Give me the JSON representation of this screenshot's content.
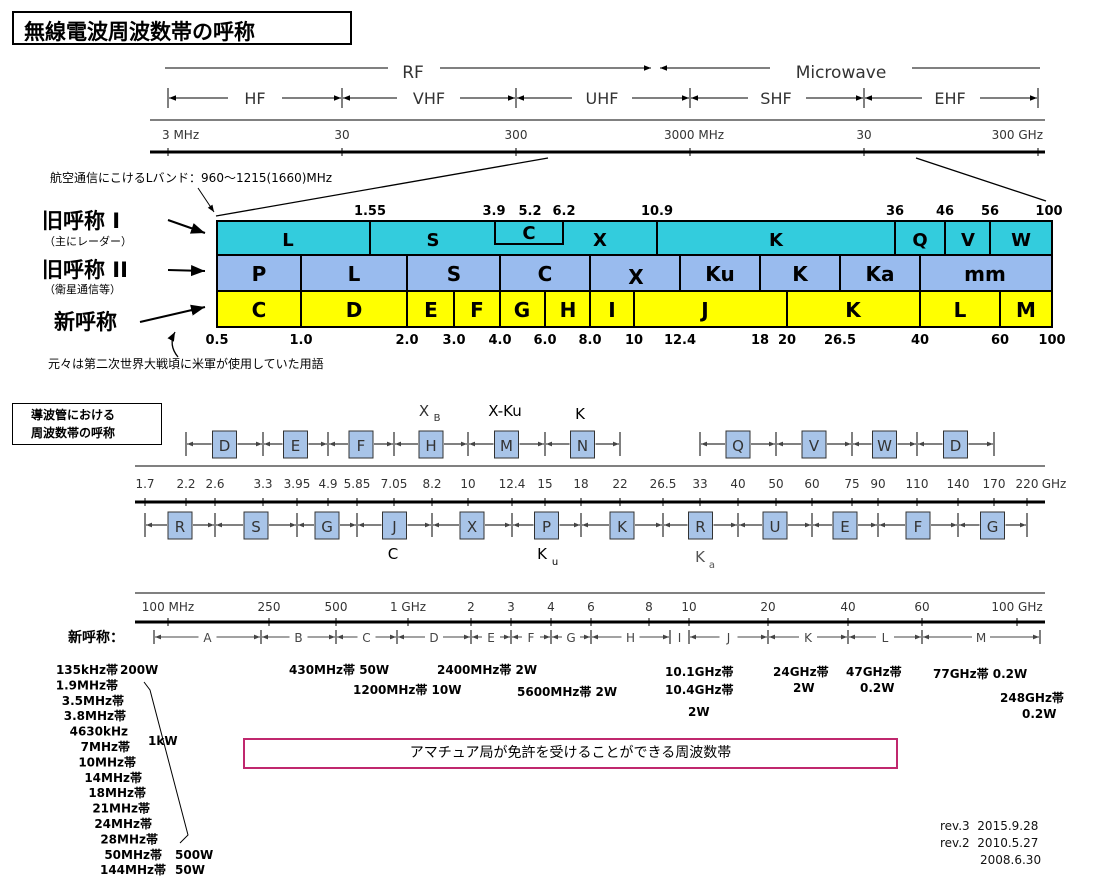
{
  "title": "無線電波周波数帯の呼称",
  "top_scale": {
    "groups": [
      "RF",
      "Microwave"
    ],
    "bands": [
      "HF",
      "VHF",
      "UHF",
      "SHF",
      "EHF"
    ],
    "ticks": [
      "3 MHz",
      "30",
      "300",
      "3000 MHz",
      "30",
      "300 GHz"
    ]
  },
  "lband_note": "航空通信にこけるLバンド：960〜1215(1660)MHz",
  "row_labels": {
    "old1": "旧呼称 I",
    "old1_sub": "（主にレーダー）",
    "old2": "旧呼称 II",
    "old2_sub": "（衛星通信等）",
    "new": "新呼称"
  },
  "footnote": "元々は第二次世界大戦頃に米軍が使用していた用語",
  "old1_row": {
    "color": "#33ccdd",
    "top_ticks": [
      "1.55",
      "3.9",
      "5.2",
      "6.2",
      "10.9",
      "36",
      "46",
      "56",
      "100"
    ],
    "bands": [
      "L",
      "S",
      "C",
      "X",
      "K",
      "Q",
      "V",
      "W"
    ]
  },
  "old2_row": {
    "color": "#99bbee",
    "bands": [
      "P",
      "L",
      "S",
      "C",
      "X",
      "Ku",
      "K",
      "Ka",
      "mm"
    ]
  },
  "new_row": {
    "color": "#ffff00",
    "bands": [
      "C",
      "D",
      "E",
      "F",
      "G",
      "H",
      "I",
      "J",
      "K",
      "L",
      "M"
    ],
    "bottom_ticks": [
      "0.5",
      "1.0",
      "2.0",
      "3.0",
      "4.0",
      "6.0",
      "8.0",
      "10",
      "12.4",
      "18",
      "20",
      "26.5",
      "40",
      "60",
      "100"
    ]
  },
  "waveguide": {
    "label_line1": "導波管における",
    "label_line2": "周波数帯の呼称",
    "upper_bands": [
      "D",
      "E",
      "F",
      "H",
      "M",
      "N",
      "Q",
      "V",
      "W",
      "D"
    ],
    "upper_notes": [
      "X",
      "B",
      "X-Ku",
      "K"
    ],
    "ticks": [
      "1.7",
      "2.2",
      "2.6",
      "3.3",
      "3.95",
      "4.9",
      "5.85",
      "7.05",
      "8.2",
      "10",
      "12.4",
      "15",
      "18",
      "22",
      "26.5",
      "33",
      "40",
      "50",
      "60",
      "75",
      "90",
      "110",
      "140",
      "170",
      "220",
      "GHz"
    ],
    "lower_bands": [
      "R",
      "S",
      "G",
      "J",
      "X",
      "P",
      "K",
      "R",
      "U",
      "E",
      "F",
      "G"
    ],
    "lower_notes": [
      "C",
      "K",
      "u",
      "K",
      "a"
    ],
    "box_color": "#a8c4e8"
  },
  "new_scale": {
    "ticks": [
      "100 MHz",
      "250",
      "500",
      "1 GHz",
      "2",
      "3",
      "4",
      "6",
      "8",
      "10",
      "20",
      "40",
      "60",
      "100 GHz"
    ],
    "label": "新呼称：",
    "bands": [
      "A",
      "B",
      "C",
      "D",
      "E",
      "F",
      "G",
      "H",
      "I",
      "J",
      "K",
      "L",
      "M"
    ]
  },
  "amateur": {
    "list": [
      "135kHz帯",
      "1.9MHz帯",
      "3.5MHz帯",
      "3.8MHz帯",
      "4630kHz",
      "7MHz帯",
      "10MHz帯",
      "14MHz帯",
      "18MHz帯",
      "21MHz帯",
      "24MHz帯",
      "28MHz帯",
      "50MHz帯",
      "144MHz帯"
    ],
    "power_200": "200W",
    "power_1k": "1kW",
    "power_500": "500W",
    "power_50": "50W",
    "items": [
      "430MHz帯 50W",
      "1200MHz帯 10W",
      "2400MHz帯 2W",
      "5600MHz帯 2W",
      "10.1GHz帯",
      "10.4GHz帯",
      "2W",
      "24GHz帯",
      "2W",
      "47GHz帯",
      "0.2W",
      "77GHz帯 0.2W",
      "248GHz帯",
      "0.2W"
    ],
    "box_label": "アマチュア局が免許を受けることができる周波数帯",
    "box_color": "#c0286e"
  },
  "revisions": [
    "rev.3  2015.9.28",
    "rev.2  2010.5.27",
    "2008.6.30"
  ]
}
